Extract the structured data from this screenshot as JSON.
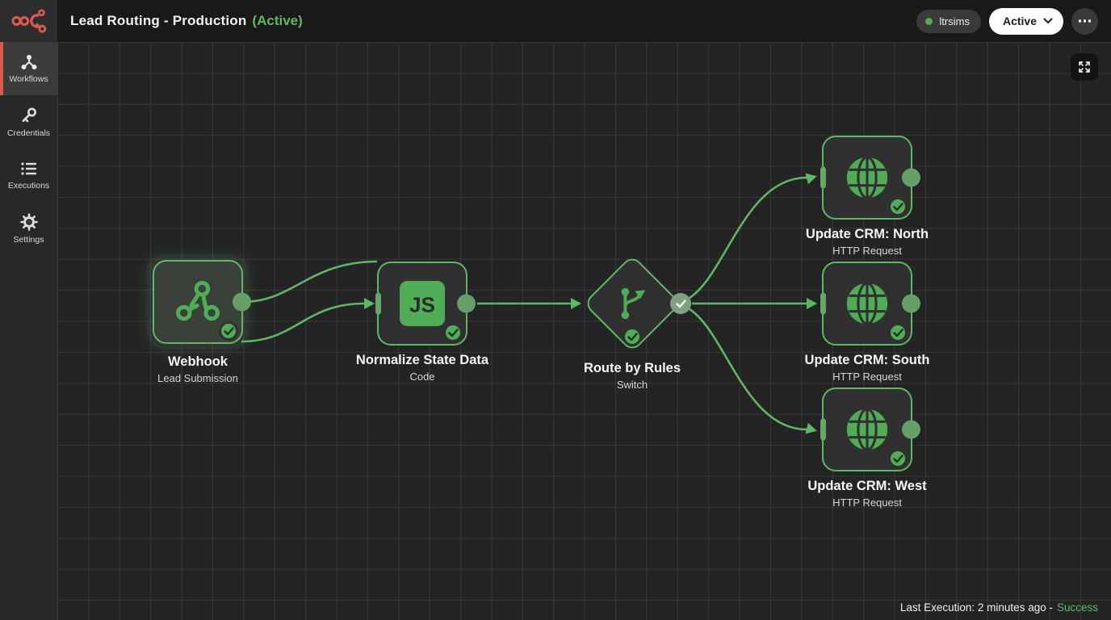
{
  "header": {
    "title": "Lead Routing - Production",
    "status_suffix": "(Active)",
    "user_badge": "ltrsims",
    "active_dropdown": "Active",
    "accent_green": "#5cbb62",
    "brand_red": "#d95b4a"
  },
  "sidebar": {
    "items": [
      {
        "label": "Workflows",
        "active": true
      },
      {
        "label": "Credentials",
        "active": false
      },
      {
        "label": "Executions",
        "active": false
      },
      {
        "label": "Settings",
        "active": false
      }
    ]
  },
  "canvas": {
    "js_icon_text": "JS",
    "nodes": [
      {
        "name": "Webhook",
        "subtitle": "Lead Submission",
        "icon": "webhook-icon",
        "shape": "square",
        "selected": true,
        "status": "success"
      },
      {
        "name": "Normalize State Data",
        "subtitle": "Code",
        "icon": "javascript-icon",
        "shape": "square",
        "selected": false,
        "status": "success"
      },
      {
        "name": "Route by Rules",
        "subtitle": "Switch",
        "icon": "branch-icon",
        "shape": "diamond",
        "selected": false,
        "status": "success"
      },
      {
        "name": "Update CRM: North",
        "subtitle": "HTTP Request",
        "icon": "globe-icon",
        "shape": "square",
        "selected": false,
        "status": "success"
      },
      {
        "name": "Update CRM: South",
        "subtitle": "HTTP Request",
        "icon": "globe-icon",
        "shape": "square",
        "selected": false,
        "status": "success"
      },
      {
        "name": "Update CRM: West",
        "subtitle": "HTTP Request",
        "icon": "globe-icon",
        "shape": "square",
        "selected": false,
        "status": "success"
      }
    ]
  },
  "status_bar": {
    "label": "Last Execution: 2 minutes ago -",
    "value": "Success"
  }
}
